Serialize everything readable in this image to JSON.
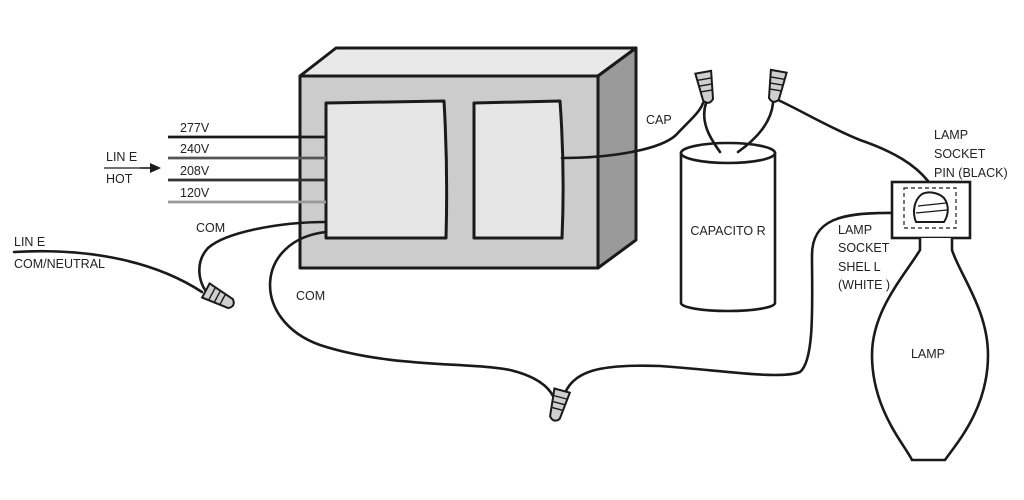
{
  "line_hot": {
    "line1": "LIN E",
    "line2": "HOT"
  },
  "taps": [
    "277V",
    "240V",
    "208V",
    "120V"
  ],
  "line_com": {
    "line1": "LIN E",
    "line2": "COM/NEUTRAL"
  },
  "com_upper": "COM",
  "com_lower": "COM",
  "cap_label": "CAP",
  "capacitor_label": "CAPACITO R",
  "socket_pin": [
    "LAMP",
    "SOCKET",
    "PIN (BLACK)"
  ],
  "socket_shell": [
    "LAMP",
    "SOCKET",
    "SHEL L",
    "(WHITE )"
  ],
  "lamp_label": "LAMP",
  "colors": {
    "ink": "#1a1a1a",
    "case_fill": "#cccccc",
    "case_side": "#9a9a9a",
    "panel_fill": "#e6e6e6",
    "tap_120v": "#999999",
    "tap_208v": "#333333",
    "tap_240v": "#555555"
  }
}
